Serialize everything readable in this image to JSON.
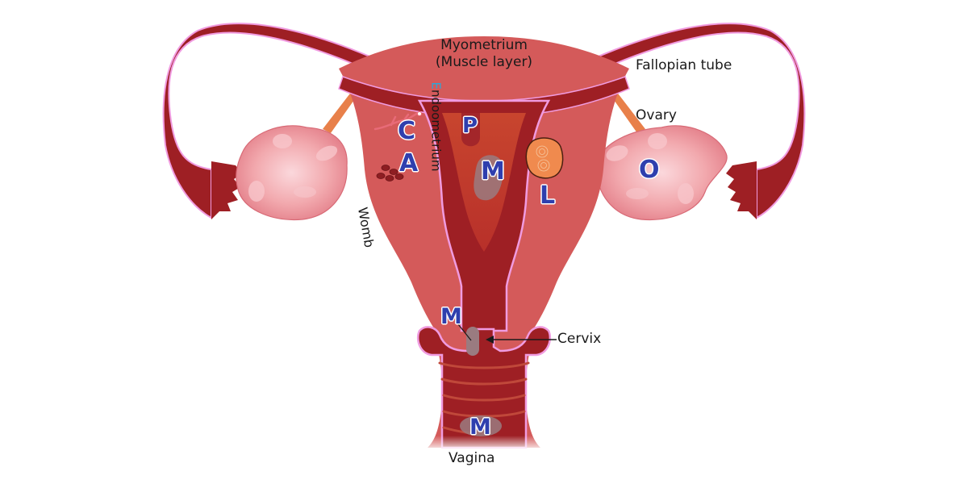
{
  "diagram": {
    "title": "Uterus and female reproductive organs",
    "colors": {
      "muscle": "#d45a5a",
      "tube": "#9e1f24",
      "outline_pink": "#f09be0",
      "cavity": "#c8452e",
      "ovary": "#f0a0a8",
      "ligament": "#e8804a",
      "letter": "#2f3fae",
      "lesion_grey": "#9a7b80",
      "label_text": "#1a1a1a"
    },
    "labels": {
      "myometrium_line1": "Myometrium",
      "myometrium_line2": "(Muscle layer)",
      "fallopian_tube": "Fallopian tube",
      "ovary": "Ovary",
      "endometrium_first": "E",
      "endometrium_rest": "ndoometrium",
      "womb": "Womb",
      "cervix": "Cervix",
      "vagina": "Vagina"
    },
    "letters": {
      "c": "C",
      "a": "A",
      "p": "P",
      "m_uterus": "M",
      "l": "L",
      "o": "O",
      "m_cervix": "M",
      "m_vagina": "M"
    }
  }
}
